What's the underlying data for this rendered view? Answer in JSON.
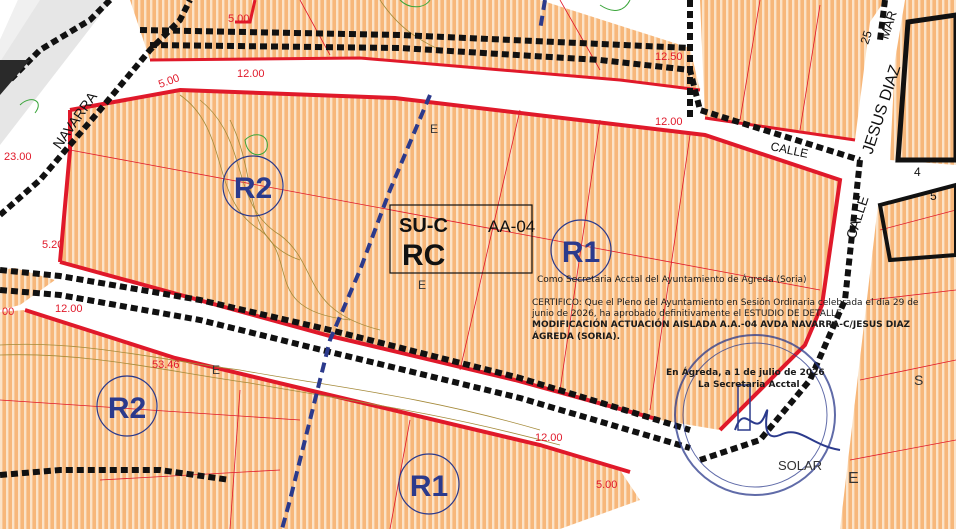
{
  "map": {
    "zone_code": "SU-C",
    "zone_class": "RC",
    "action_area": "AA-04",
    "zones": {
      "r1_center": "R1",
      "r1_bottom": "R1",
      "r2_upper": "R2",
      "r2_lower": "R2"
    },
    "street_navarra": "NAVARRA",
    "street_jesus_diaz": "JESUS DIAZ",
    "street_calle_top": "CALLE",
    "street_calle_right": "CALLE",
    "street_mar": "MAR",
    "number_25": "25",
    "number_4": "4",
    "number_5": "5",
    "label_solar": "SOLAR",
    "letters": {
      "e_top": "E",
      "e_mid": "E",
      "e_bottom_left": "E",
      "e_solar": "E",
      "s_right": "S"
    },
    "dimensions": {
      "d_top_500": "5.00",
      "d_1200_left": "12.00",
      "d_500_left": "5.00",
      "d_2300": "23.00",
      "d_1250": "12.50",
      "d_1200_right": "12.00",
      "d_520": "5.20",
      "d_1200_lower": "12.00",
      "d_00": "00",
      "d_5346": "53.46",
      "d_1200_bottom": "12.00",
      "d_500_bottom": "5.00"
    },
    "colors": {
      "zone_fill": "#f7b77a",
      "hatch": "#fbe3c8",
      "boundary_red": "#e0192a",
      "stamp_blue": "#2b3a8c",
      "road_gray": "#e6e6e6"
    }
  },
  "certificate": {
    "line1": "Como Secretaria Acctal del Ayuntamiento de Ágreda (Soria)",
    "line2": "CERTIFICO: Que el Pleno del Ayuntamiento en Sesión Ordinaria celebrada el día 29 de",
    "line3": "junio de 2026, ha aprobado definitivamente el ESTUDIO DE DETALLE",
    "line4": "MODIFICACIÓN ACTUACIÓN AISLADA A.A.-04 AVDA NAVARRA-C/JESUS DIAZ",
    "line5": "ÁGREDA (SORIA).",
    "place_date": "En Ágreda, a 1 de julio de 2026",
    "signatory": "La Secretaria Acctal"
  }
}
